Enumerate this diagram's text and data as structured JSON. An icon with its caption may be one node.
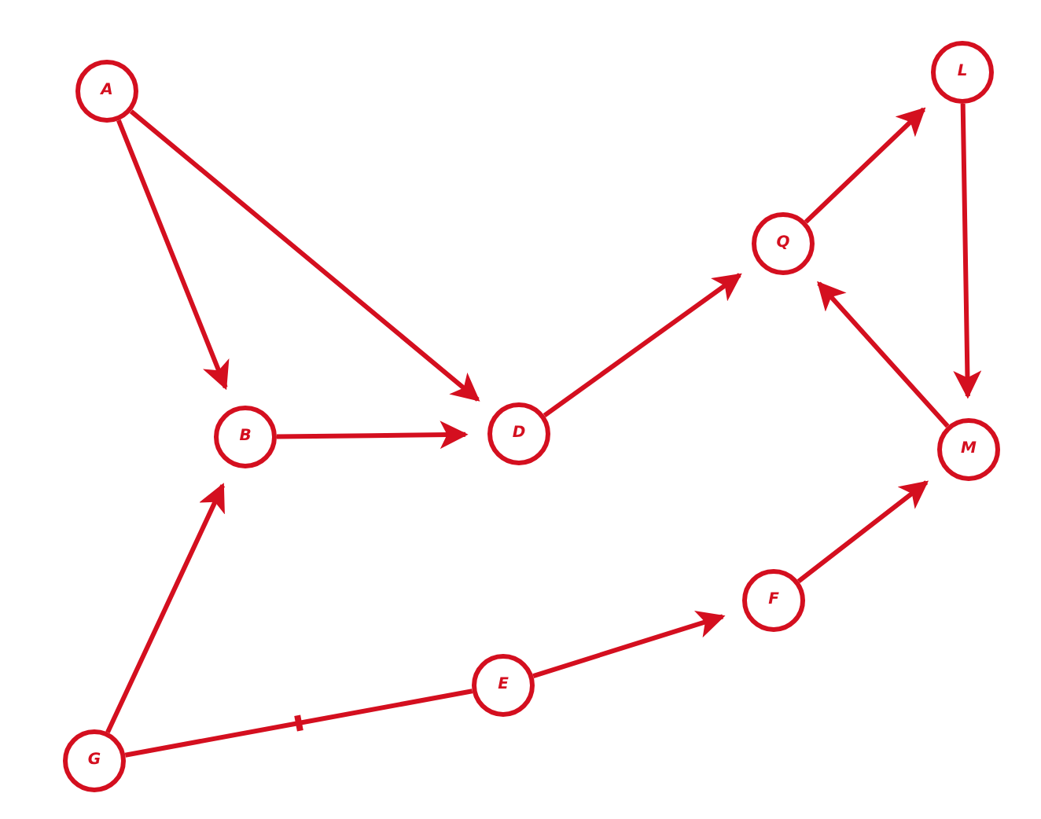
{
  "diagram": {
    "nodes": [
      {
        "text": [
          "A"
        ]
      },
      {
        "text": [
          "L"
        ]
      },
      {
        "text": [
          "Q"
        ]
      },
      {
        "text": [
          "B"
        ]
      },
      {
        "text": [
          "D"
        ]
      },
      {
        "text": [
          "M"
        ]
      },
      {
        "text": [
          "F"
        ]
      },
      {
        "text": [
          "E"
        ]
      },
      {
        "text": [
          "G"
        ]
      }
    ],
    "edges": [
      {
        "from": 0,
        "to": 3,
        "arrow": "to"
      },
      {
        "from": 0,
        "to": 4,
        "arrow": "to"
      },
      {
        "from": 3,
        "to": 4,
        "arrow": "to"
      },
      {
        "from": 4,
        "to": 2,
        "arrow": "to"
      },
      {
        "from": 2,
        "to": 1,
        "arrow": "to"
      },
      {
        "from": 1,
        "to": 5,
        "arrow": "to"
      },
      {
        "from": 5,
        "to": 2,
        "arrow": "to"
      },
      {
        "from": 6,
        "to": 5,
        "arrow": "to"
      },
      {
        "from": 7,
        "to": 6,
        "arrow": "to"
      },
      {
        "from": 8,
        "to": 3,
        "arrow": "to"
      },
      {
        "from": 8,
        "to": 7,
        "arrow": "none"
      }
    ]
  }
}
